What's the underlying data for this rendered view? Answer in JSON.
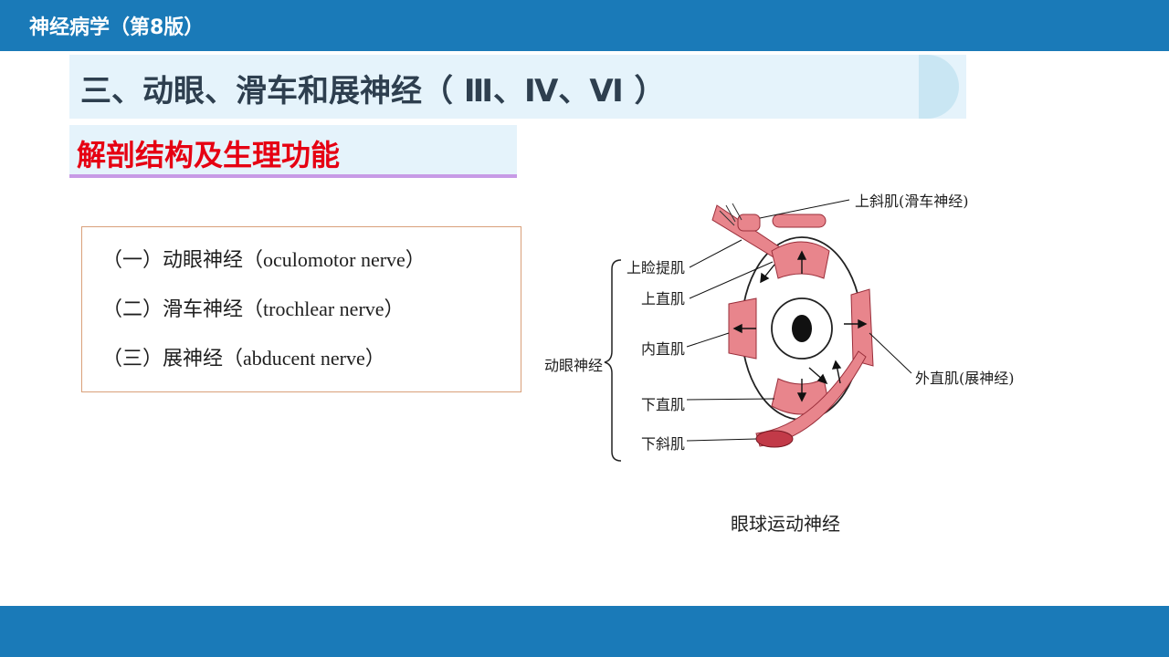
{
  "header": {
    "title": "神经病学（第8版）"
  },
  "section_title": "三、动眼、滑车和展神经（ Ⅲ、Ⅳ、Ⅵ ）",
  "sub_title": "解剖结构及生理功能",
  "list": [
    {
      "cn": "（一）动眼神经",
      "en": "（oculomotor nerve）"
    },
    {
      "cn": "（二）滑车神经",
      "en": "（trochlear nerve）"
    },
    {
      "cn": "（三）展神经",
      "en": "（abducent nerve）"
    }
  ],
  "figure": {
    "labels": {
      "superior_oblique": "上斜肌(滑车神经)",
      "levator": "上睑提肌",
      "superior_rectus": "上直肌",
      "medial_rectus": "内直肌",
      "inferior_rectus": "下直肌",
      "inferior_oblique": "下斜肌",
      "oculomotor_group": "动眼神经",
      "lateral_rectus": "外直肌(展神经)"
    },
    "caption": "眼球运动神经",
    "colors": {
      "muscle": "#e8858c",
      "muscle_dark": "#c23a48",
      "pupil": "#111111"
    }
  },
  "colors": {
    "bar": "#1a7ab8",
    "title_bg": "#e5f3fb",
    "accent_red": "#e60012",
    "underline": "#c79ae6"
  }
}
